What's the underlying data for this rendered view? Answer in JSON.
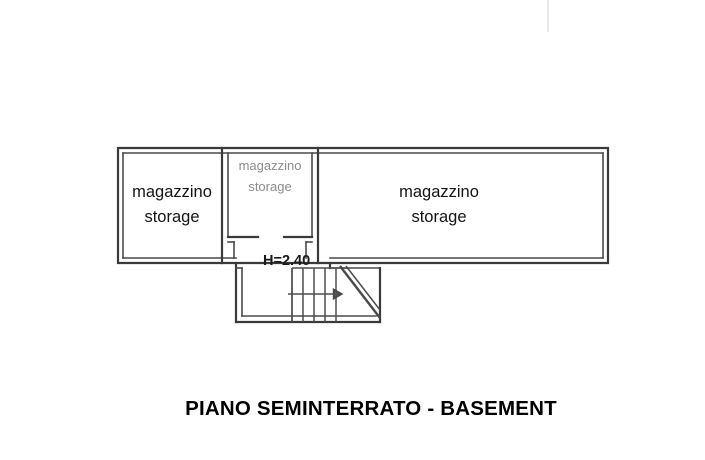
{
  "document": {
    "type": "architectural-floor-plan",
    "title": "PIANO SEMINTERRATO - BASEMENT",
    "background_color": "#ffffff",
    "line_color": "#3a3a3a"
  },
  "rooms": [
    {
      "id": "left-storage",
      "label_it": "magazzino",
      "label_en": "storage",
      "text_color": "#141414"
    },
    {
      "id": "middle-storage",
      "label_it": "magazzino",
      "label_en": "storage",
      "text_color": "#8c8c8c"
    },
    {
      "id": "right-storage",
      "label_it": "magazzino",
      "label_en": "storage",
      "text_color": "#141414"
    }
  ],
  "annotations": {
    "ceiling_height": "H=2.40"
  },
  "stairs": {
    "id": "staircase",
    "step_count": 5
  }
}
